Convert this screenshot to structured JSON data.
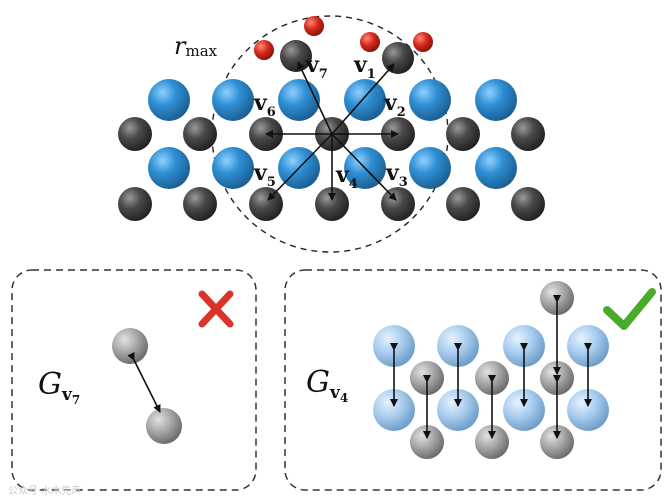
{
  "colors": {
    "blue_atom": "#2f8fd3",
    "dark_atom": "#4a4a4a",
    "red_atom": "#d62a1c",
    "light_blue_atom": "#a9cdef",
    "light_gray_atom": "#a8a8a8",
    "cross": "#d9332a",
    "check": "#4aaa2a",
    "border": "#333333"
  },
  "top": {
    "radius_label": "r",
    "radius_label_sub": "max",
    "vectors": [
      {
        "id": "v1",
        "label": "v",
        "sub": "1"
      },
      {
        "id": "v2",
        "label": "v",
        "sub": "2"
      },
      {
        "id": "v3",
        "label": "v",
        "sub": "3"
      },
      {
        "id": "v4",
        "label": "v",
        "sub": "4"
      },
      {
        "id": "v5",
        "label": "v",
        "sub": "5"
      },
      {
        "id": "v6",
        "label": "v",
        "sub": "6"
      },
      {
        "id": "v7",
        "label": "v",
        "sub": "7"
      }
    ]
  },
  "panel_left": {
    "graph_label": "G",
    "graph_sub": "v",
    "graph_subsub": "7",
    "status_icon": "cross-icon"
  },
  "panel_right": {
    "graph_label": "G",
    "graph_sub": "v",
    "graph_subsub": "4",
    "status_icon": "check-icon"
  },
  "watermark": "公众号·水木先声"
}
